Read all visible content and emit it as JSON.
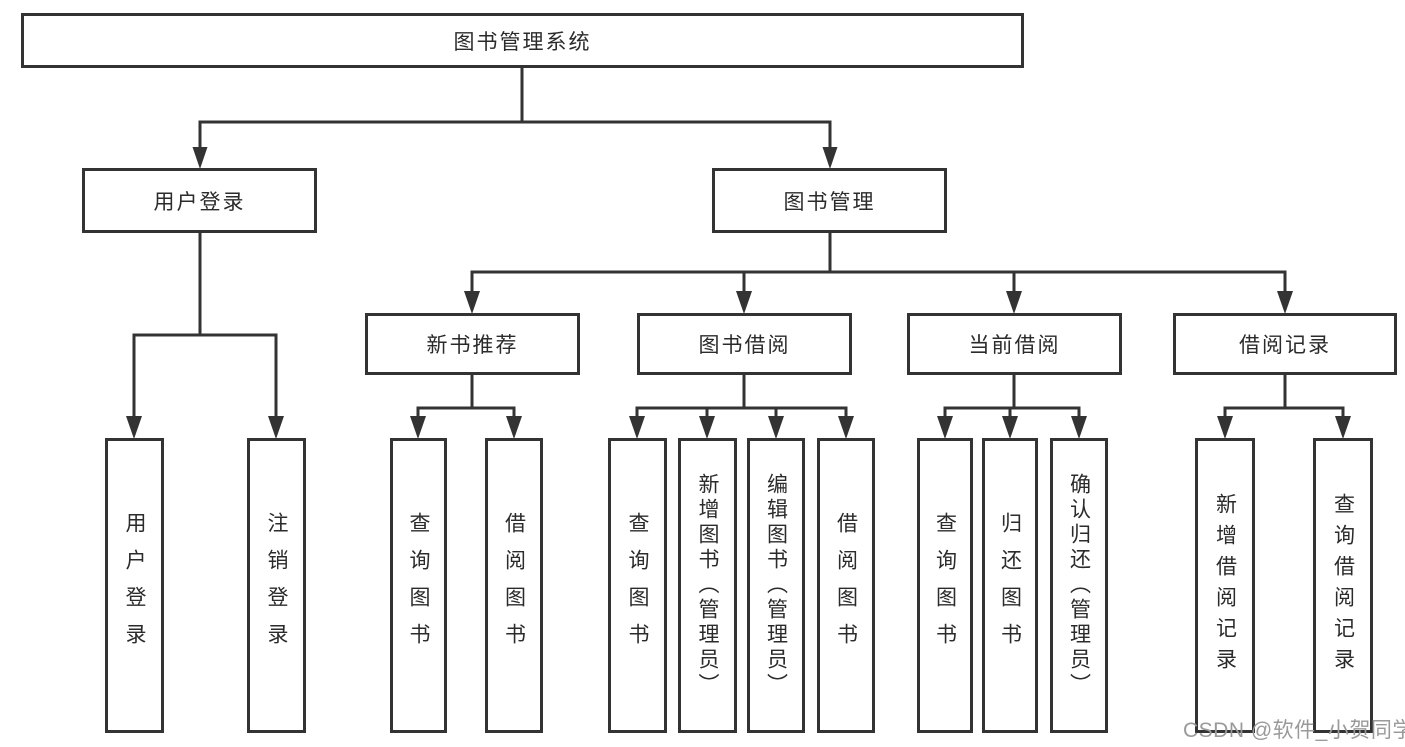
{
  "tree": {
    "root": {
      "label": "图书管理系统"
    },
    "branches": [
      {
        "label": "用户登录",
        "children": [
          {
            "label": "用户登录"
          },
          {
            "label": "注销登录"
          }
        ]
      },
      {
        "label": "图书管理",
        "sections": [
          {
            "label": "新书推荐",
            "children": [
              {
                "label": "查询图书"
              },
              {
                "label": "借阅图书"
              }
            ]
          },
          {
            "label": "图书借阅",
            "children": [
              {
                "label": "查询图书"
              },
              {
                "label": "新增图书（管理员）"
              },
              {
                "label": "编辑图书（管理员）"
              },
              {
                "label": "借阅图书"
              }
            ]
          },
          {
            "label": "当前借阅",
            "children": [
              {
                "label": "查询图书"
              },
              {
                "label": "归还图书"
              },
              {
                "label": "确认归还（管理员）"
              }
            ]
          },
          {
            "label": "借阅记录",
            "children": [
              {
                "label": "新增借阅记录"
              },
              {
                "label": "查询借阅记录"
              }
            ]
          }
        ]
      }
    ]
  },
  "watermark": {
    "text": "CSDN @软件_小贺同学",
    "color": "#9a9a9a"
  },
  "colors": {
    "line": "#333333",
    "box_border": "#333333",
    "text": "#2b2b2b",
    "background": "#ffffff"
  }
}
